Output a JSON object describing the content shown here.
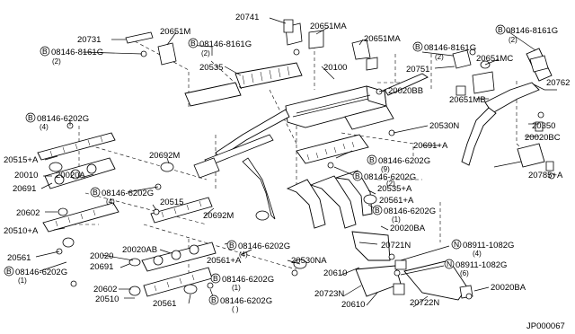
{
  "diagram_id": "JP000067",
  "labels": {
    "l20731": "20731",
    "l20651M": "20651M",
    "l20741": "20741",
    "l20651MA_a": "20651MA",
    "l20651MA_b": "20651MA",
    "l08146_8161G_a": "08146-8161G",
    "l08146_8161G_a_qty": "(2)",
    "l08146_8161G_b": "08146-8161G",
    "l08146_8161G_b_qty": "(2)",
    "l08146_8161G_c": "08146-8161G",
    "l08146_8161G_c_qty": "(2)",
    "l08146_8161G_d": "08146-8161G",
    "l08146_8161G_d_qty": "(2)",
    "l20535": "20535",
    "l20100": "20100",
    "l20751": "20751",
    "l20651MC": "20651MC",
    "l20762": "20762",
    "l20020BB": "20020BB",
    "l20651MB": "20651MB",
    "l20350": "20350",
    "l20020BC": "20020BC",
    "l20530N": "20530N",
    "l20691A_r": "20691+A",
    "l08146_6202G_a": "08146-6202G",
    "l08146_6202G_a_qty": "(4)",
    "l20515A": "20515+A",
    "l20010": "20010",
    "l20020A": "20020A",
    "l20691_a": "20691",
    "l20602_a": "20602",
    "l20510A": "20510+A",
    "l20692M_a": "20692M",
    "l08146_6202G_b": "08146-6202G",
    "l08146_6202G_b_qty": "(4)",
    "l20515": "20515",
    "l20692M_b": "20692M",
    "l08146_6202G_c": "08146-6202G",
    "l08146_6202G_c_qty": "(9)",
    "l08146_6202G_d": "08146-6202G",
    "l08146_6202G_d_qty": "(2)",
    "l20785A": "20785+A",
    "l20535A": "20535+A",
    "l20561A_a": "20561+A",
    "l08146_6202G_e": "08146-6202G",
    "l08146_6202G_e_qty": "(1)",
    "l20020BA_a": "20020BA",
    "l20561_a": "20561",
    "l08146_6202G_f": "08146-6202G",
    "l08146_6202G_f_qty": "(1)",
    "l20020": "20020",
    "l20020AB": "20020AB",
    "l20691_b": "20691",
    "l08146_6202G_g": "08146-6202G",
    "l08146_6202G_g_qty": "(4)",
    "l20561A_b": "20561+A",
    "l20530NA": "20530NA",
    "l20721N": "20721N",
    "l08911_1082G_a": "08911-1082G",
    "l08911_1082G_a_qty": "(4)",
    "l08911_1082G_b": "08911-1082G",
    "l08911_1082G_b_qty": "(6)",
    "l20610_a": "20610",
    "l20602_b": "20602",
    "l08146_6202G_h": "08146-6202G",
    "l08146_6202G_h_qty": "(1)",
    "l20723N": "20723N",
    "l20020BA_b": "20020BA",
    "l20510": "20510",
    "l20561_b": "20561",
    "l08146_6202G_i": "08146-6202G",
    "l08146_6202G_i_qty": "( )",
    "l20610_b": "20610",
    "l20722N": "20722N"
  },
  "ref_markers": {
    "bolt": "B",
    "nut": "N"
  }
}
